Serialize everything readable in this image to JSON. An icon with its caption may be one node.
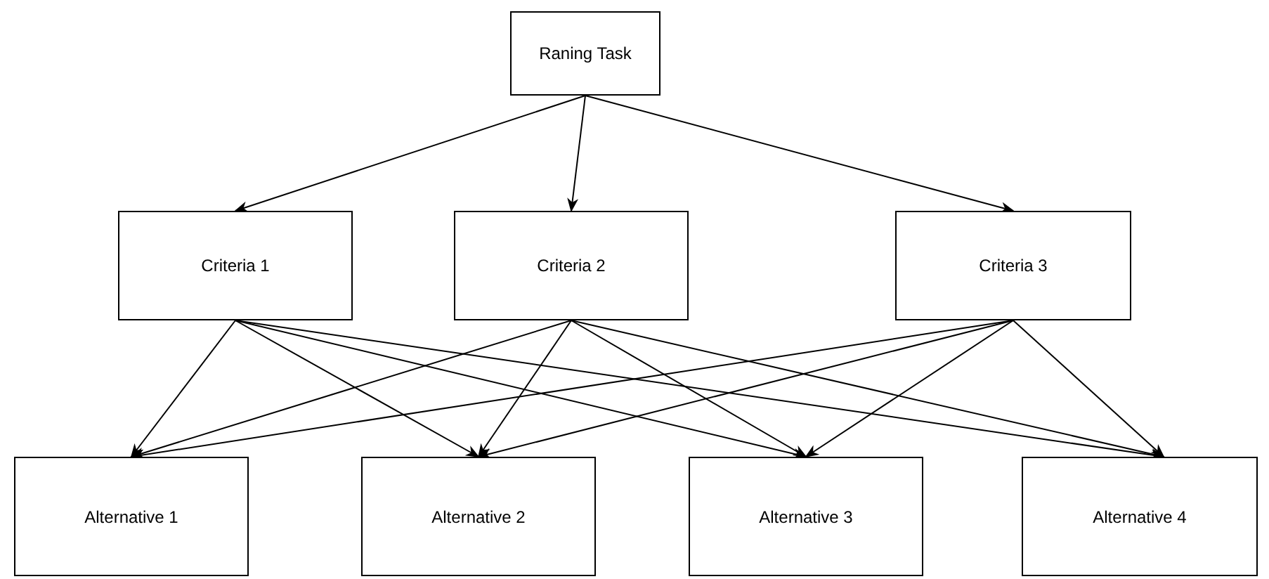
{
  "diagram": {
    "nodes": [
      {
        "text": [
          "Raning Task"
        ]
      },
      {
        "text": [
          "Criteria 1"
        ]
      },
      {
        "text": [
          "Criteria 2"
        ]
      },
      {
        "text": [
          "Criteria 3"
        ]
      },
      {
        "text": [
          "Alternative 1"
        ]
      },
      {
        "text": [
          "Alternative 2"
        ]
      },
      {
        "text": [
          "Alternative 3"
        ]
      },
      {
        "text": [
          "Alternative 4"
        ]
      }
    ],
    "edges": [
      {
        "from": 0,
        "to": 1,
        "arrow": "to"
      },
      {
        "from": 0,
        "to": 2,
        "arrow": "to"
      },
      {
        "from": 0,
        "to": 3,
        "arrow": "to"
      },
      {
        "from": 1,
        "to": 4,
        "arrow": "to"
      },
      {
        "from": 1,
        "to": 5,
        "arrow": "to"
      },
      {
        "from": 1,
        "to": 6,
        "arrow": "to"
      },
      {
        "from": 1,
        "to": 7,
        "arrow": "to"
      },
      {
        "from": 2,
        "to": 4,
        "arrow": "to"
      },
      {
        "from": 2,
        "to": 5,
        "arrow": "to"
      },
      {
        "from": 2,
        "to": 6,
        "arrow": "to"
      },
      {
        "from": 2,
        "to": 7,
        "arrow": "to"
      },
      {
        "from": 3,
        "to": 4,
        "arrow": "to"
      },
      {
        "from": 3,
        "to": 5,
        "arrow": "to"
      },
      {
        "from": 3,
        "to": 6,
        "arrow": "to"
      },
      {
        "from": 3,
        "to": 7,
        "arrow": "to"
      }
    ]
  }
}
